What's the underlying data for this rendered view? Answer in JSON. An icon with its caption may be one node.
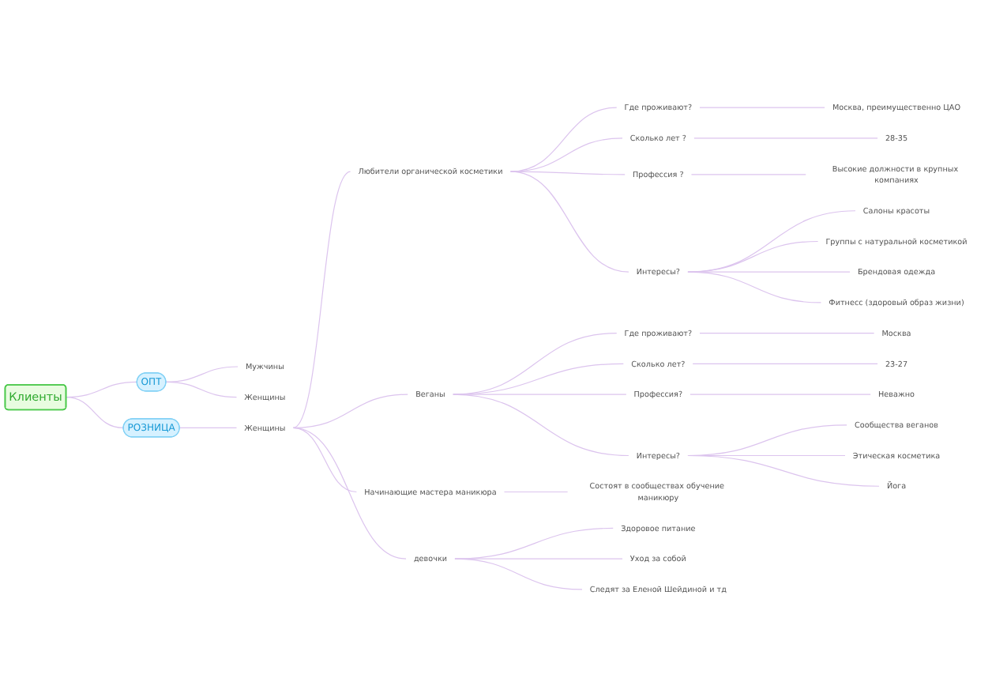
{
  "diagram": {
    "nodes": [
      {
        "text": [
          "Клиенты"
        ]
      },
      {
        "text": [
          "ОПТ"
        ]
      },
      {
        "text": [
          "Мужчины"
        ]
      },
      {
        "text": [
          "Женщины"
        ]
      },
      {
        "text": [
          "РОЗНИЦА"
        ]
      },
      {
        "text": [
          "Женщины"
        ]
      },
      {
        "text": [
          "Любители органической косметики"
        ]
      },
      {
        "text": [
          "Где проживают?"
        ]
      },
      {
        "text": [
          "Москва, преимущественно ЦАО"
        ]
      },
      {
        "text": [
          "Сколько лет ?"
        ]
      },
      {
        "text": [
          "28-35"
        ]
      },
      {
        "text": [
          "Профессия ?"
        ]
      },
      {
        "text": [
          "Высокие должности в крупных компаниях"
        ]
      },
      {
        "text": [
          "Интересы?"
        ]
      },
      {
        "text": [
          "Салоны красоты"
        ]
      },
      {
        "text": [
          "Группы с натуральной косметикой"
        ]
      },
      {
        "text": [
          "Брендовая одежда"
        ]
      },
      {
        "text": [
          "Фитнесс (здоровый образ жизни)"
        ]
      },
      {
        "text": [
          "Веганы"
        ]
      },
      {
        "text": [
          "Где проживают?"
        ]
      },
      {
        "text": [
          "Москва"
        ]
      },
      {
        "text": [
          "Сколько лет?"
        ]
      },
      {
        "text": [
          "23-27"
        ]
      },
      {
        "text": [
          "Профессия?"
        ]
      },
      {
        "text": [
          "Неважно"
        ]
      },
      {
        "text": [
          "Интересы?"
        ]
      },
      {
        "text": [
          "Сообщества веганов"
        ]
      },
      {
        "text": [
          "Этическая косметика"
        ]
      },
      {
        "text": [
          "Йога"
        ]
      },
      {
        "text": [
          "Начинающие мастера маникюра"
        ]
      },
      {
        "text": [
          "Состоят в сообществах обучение маникюру"
        ]
      },
      {
        "text": [
          "девочки"
        ]
      },
      {
        "text": [
          "Здоровое питание"
        ]
      },
      {
        "text": [
          "Уход за собой"
        ]
      },
      {
        "text": [
          "Следят за Еленой Шейдиной и тд"
        ]
      }
    ],
    "edges": [
      {
        "from": 0,
        "to": 1,
        "arrow": "none"
      },
      {
        "from": 1,
        "to": 2,
        "arrow": "none"
      },
      {
        "from": 1,
        "to": 3,
        "arrow": "none"
      },
      {
        "from": 0,
        "to": 4,
        "arrow": "none"
      },
      {
        "from": 4,
        "to": 5,
        "arrow": "none"
      },
      {
        "from": 5,
        "to": 6,
        "arrow": "none"
      },
      {
        "from": 6,
        "to": 7,
        "arrow": "none"
      },
      {
        "from": 7,
        "to": 8,
        "arrow": "none"
      },
      {
        "from": 6,
        "to": 9,
        "arrow": "none"
      },
      {
        "from": 9,
        "to": 10,
        "arrow": "none"
      },
      {
        "from": 6,
        "to": 11,
        "arrow": "none"
      },
      {
        "from": 11,
        "to": 12,
        "arrow": "none"
      },
      {
        "from": 6,
        "to": 13,
        "arrow": "none"
      },
      {
        "from": 13,
        "to": 14,
        "arrow": "none"
      },
      {
        "from": 13,
        "to": 15,
        "arrow": "none"
      },
      {
        "from": 13,
        "to": 16,
        "arrow": "none"
      },
      {
        "from": 13,
        "to": 17,
        "arrow": "none"
      },
      {
        "from": 5,
        "to": 18,
        "arrow": "none"
      },
      {
        "from": 18,
        "to": 19,
        "arrow": "none"
      },
      {
        "from": 19,
        "to": 20,
        "arrow": "none"
      },
      {
        "from": 18,
        "to": 21,
        "arrow": "none"
      },
      {
        "from": 21,
        "to": 22,
        "arrow": "none"
      },
      {
        "from": 18,
        "to": 23,
        "arrow": "none"
      },
      {
        "from": 23,
        "to": 24,
        "arrow": "none"
      },
      {
        "from": 18,
        "to": 25,
        "arrow": "none"
      },
      {
        "from": 25,
        "to": 26,
        "arrow": "none"
      },
      {
        "from": 25,
        "to": 27,
        "arrow": "none"
      },
      {
        "from": 25,
        "to": 28,
        "arrow": "none"
      },
      {
        "from": 5,
        "to": 29,
        "arrow": "none"
      },
      {
        "from": 29,
        "to": 30,
        "arrow": "none"
      },
      {
        "from": 5,
        "to": 31,
        "arrow": "none"
      },
      {
        "from": 31,
        "to": 32,
        "arrow": "none"
      },
      {
        "from": 31,
        "to": 33,
        "arrow": "none"
      },
      {
        "from": 31,
        "to": 34,
        "arrow": "none"
      }
    ]
  }
}
